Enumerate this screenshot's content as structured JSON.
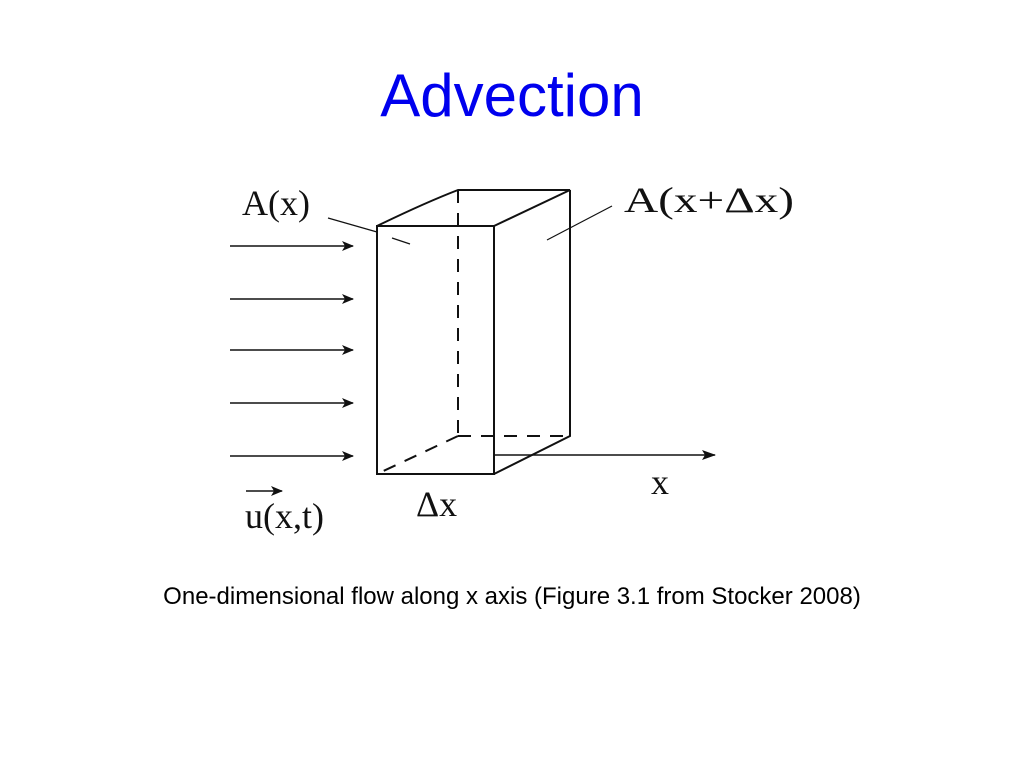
{
  "slide": {
    "title": "Advection",
    "caption": "One-dimensional flow along x axis (Figure 3.1 from Stocker 2008)"
  },
  "figure": {
    "labels": {
      "area_in": "A(x)",
      "area_out": "A(x+Δx)",
      "velocity": "u(x,t)",
      "width": "Δx",
      "axis": "x"
    },
    "flow_arrow_count": 5
  },
  "colors": {
    "title": "#0000ee",
    "ink": "#111111"
  }
}
